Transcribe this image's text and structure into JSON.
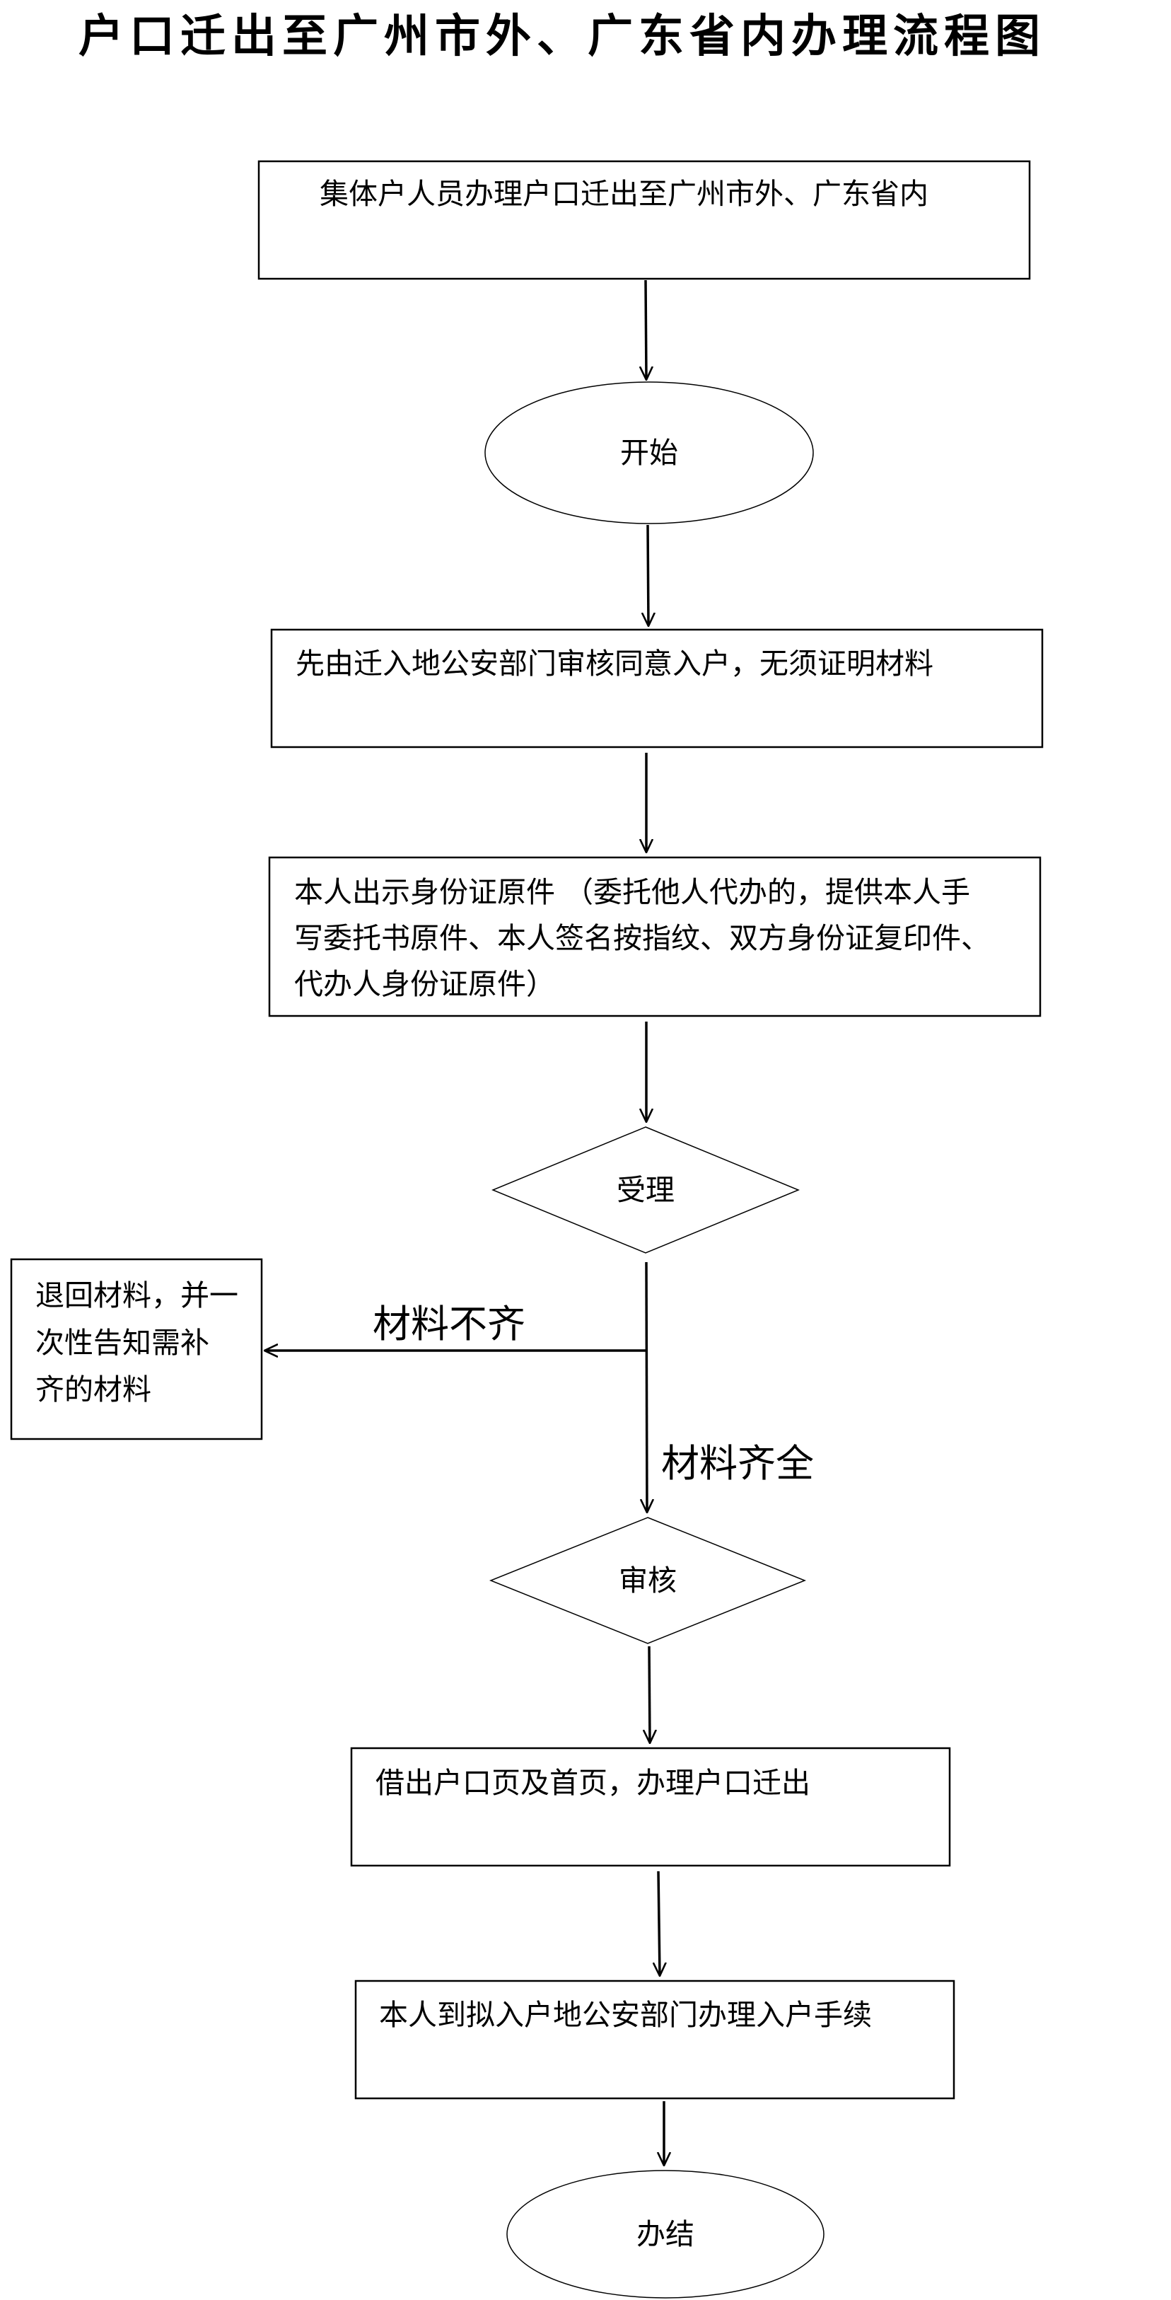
{
  "title": "户口迁出至广州市外、广东省内办理流程图",
  "nodes": {
    "applicant": {
      "lines": [
        "集体户人员办理户口迁出至广州市外、广东省内"
      ]
    },
    "start": {
      "lines": [
        "开始"
      ]
    },
    "pre_approval": {
      "lines": [
        "先由迁入地公安部门审核同意入户，无须证明材料"
      ]
    },
    "documents": {
      "lines": [
        "本人出示身份证原件 （委托他人代办的，提供本人手",
        "写委托书原件、本人签名按指纹、双方身份证复印件、",
        "代办人身份证原件）"
      ]
    },
    "accept": {
      "lines": [
        "受理"
      ]
    },
    "return_materials": {
      "lines": [
        "退回材料，并一",
        "次性告知需补",
        "齐的材料"
      ]
    },
    "review": {
      "lines": [
        "审核"
      ]
    },
    "borrow_pages": {
      "lines": [
        "借出户口页及首页，办理户口迁出"
      ]
    },
    "settle_in": {
      "lines": [
        "本人到拟入户地公安部门办理入户手续"
      ]
    },
    "end": {
      "lines": [
        "办结"
      ]
    }
  },
  "edges": {
    "incomplete_label": "材料不齐",
    "complete_label": "材料齐全"
  }
}
